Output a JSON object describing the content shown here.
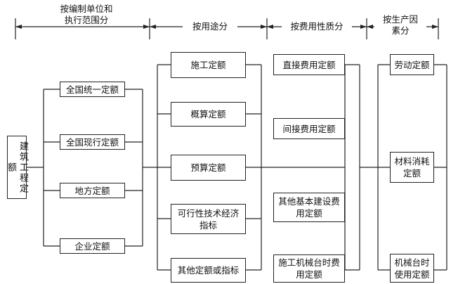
{
  "headers": {
    "col1": "按编制单位和\n执行范围分",
    "col2": "按用途分",
    "col3": "按费用性质分",
    "col4": "按生产因\n素分"
  },
  "root": {
    "label": "建筑工程定额"
  },
  "by_unit": [
    {
      "label": "全国统一定额"
    },
    {
      "label": "全国现行定额"
    },
    {
      "label": "地方定额"
    },
    {
      "label": "企业定额"
    }
  ],
  "by_use": [
    {
      "label": "施工定额"
    },
    {
      "label": "概算定额"
    },
    {
      "label": "预算定额"
    },
    {
      "label": "可行性技术经济\n指标"
    },
    {
      "label": "其他定额或指标"
    }
  ],
  "by_cost": [
    {
      "label": "直接费用定额"
    },
    {
      "label": "间接费用定额"
    },
    {
      "label": "其他基本建设费\n用定额"
    },
    {
      "label": "施工机械台时费\n用定额"
    }
  ],
  "by_factor": [
    {
      "label": "劳动定额"
    },
    {
      "label": "材料消耗\n定额"
    },
    {
      "label": "机械台时\n使用定额"
    }
  ]
}
